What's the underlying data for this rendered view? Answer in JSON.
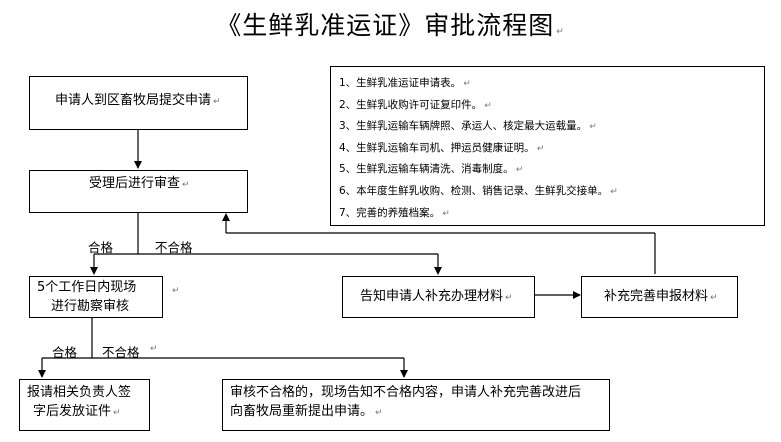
{
  "title": "《生鲜乳准运证》审批流程图",
  "paragraph_mark": "↵",
  "steps": {
    "apply": "申请人到区畜牧局提交申请",
    "review": "受理后进行审查",
    "site_line1": "5个工作日内现场",
    "site_line2": "进行勘察审核",
    "notify": "告知申请人补充办理材料",
    "supplement": "补充完善申报材料",
    "issue_line1": "报请相关负责人签",
    "issue_line2": "字后发放证件",
    "reject_line1": "审核不合格的，现场告知不合格内容，申请人补充完善改进后",
    "reject_line2": "向畜牧局重新提出申请。"
  },
  "requirements": [
    "1、生鲜乳准运证申请表。",
    "2、生鲜乳收购许可证复印件。",
    "3、生鲜乳运输车辆牌照、承运人、核定最大运载量。",
    "4、生鲜乳运输车司机、押运员健康证明。",
    "5、生鲜乳运输车辆清洗、消毒制度。",
    "6、本年度生鲜乳收购、检测、销售记录、生鲜乳交接单。",
    "7、完善的养殖档案。"
  ],
  "labels": {
    "pass1": "合格",
    "fail1": "不合格",
    "pass2": "合格",
    "fail2": "不合格"
  }
}
